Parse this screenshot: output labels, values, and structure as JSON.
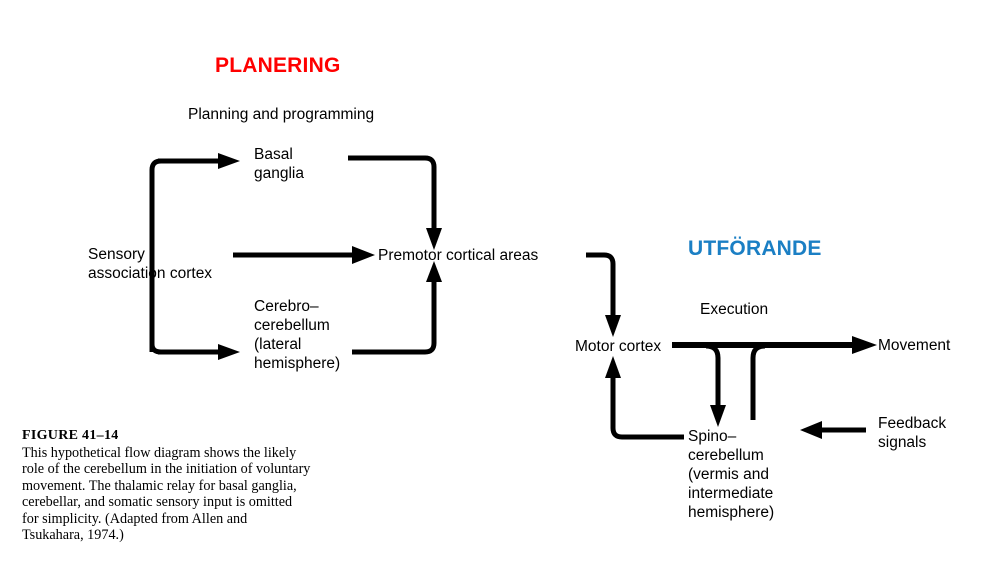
{
  "headings": {
    "planning": "PLANERING",
    "execution": "UTFÖRANDE",
    "planning_color": "#ff0000",
    "execution_color": "#1b7fc4"
  },
  "subheadings": {
    "planning_sub": "Planning and programming",
    "execution_sub": "Execution"
  },
  "nodes": {
    "basal_ganglia": "Basal\nganglia",
    "sensory_cortex": "Sensory\nassociation cortex",
    "cerebro_cerebellum": "Cerebro–\ncerebellum\n(lateral\nhemisphere)",
    "premotor": "Premotor cortical areas",
    "motor_cortex": "Motor cortex",
    "spino_cerebellum": "Spino–\ncerebellum\n(vermis and\nintermediate\nhemisphere)",
    "movement": "Movement",
    "feedback": "Feedback\nsignals"
  },
  "caption": {
    "title": "FIGURE  41–14",
    "body": "This hypothetical flow diagram shows the likely role of the cerebellum in the initiation of voluntary movement. The thalamic relay for basal ganglia, cerebellar, and somatic sensory input is omitted for simplicity. (Adapted from Allen and Tsukahara, 1974.)"
  },
  "colors": {
    "stroke": "#000000",
    "background": "#ffffff"
  }
}
